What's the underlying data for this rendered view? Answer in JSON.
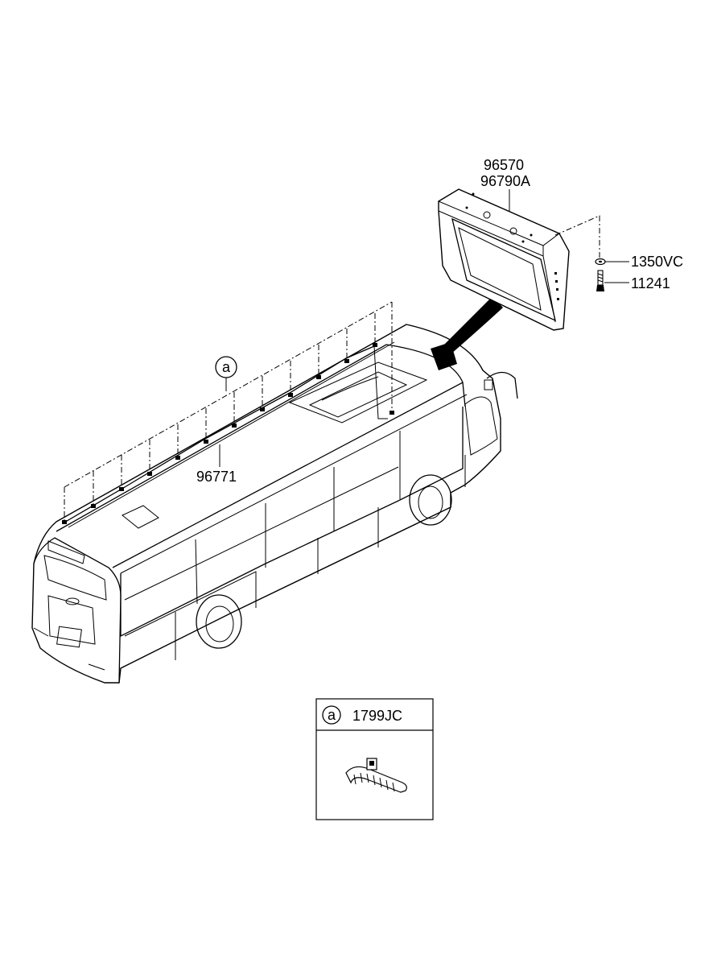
{
  "parts": {
    "monitor_line1": "96570",
    "monitor_line2": "96790A",
    "washer": "1350VC",
    "bolt": "11241",
    "harness": "96771"
  },
  "callout_marker": "a",
  "legend": {
    "marker": "a",
    "part": "1799JC"
  }
}
